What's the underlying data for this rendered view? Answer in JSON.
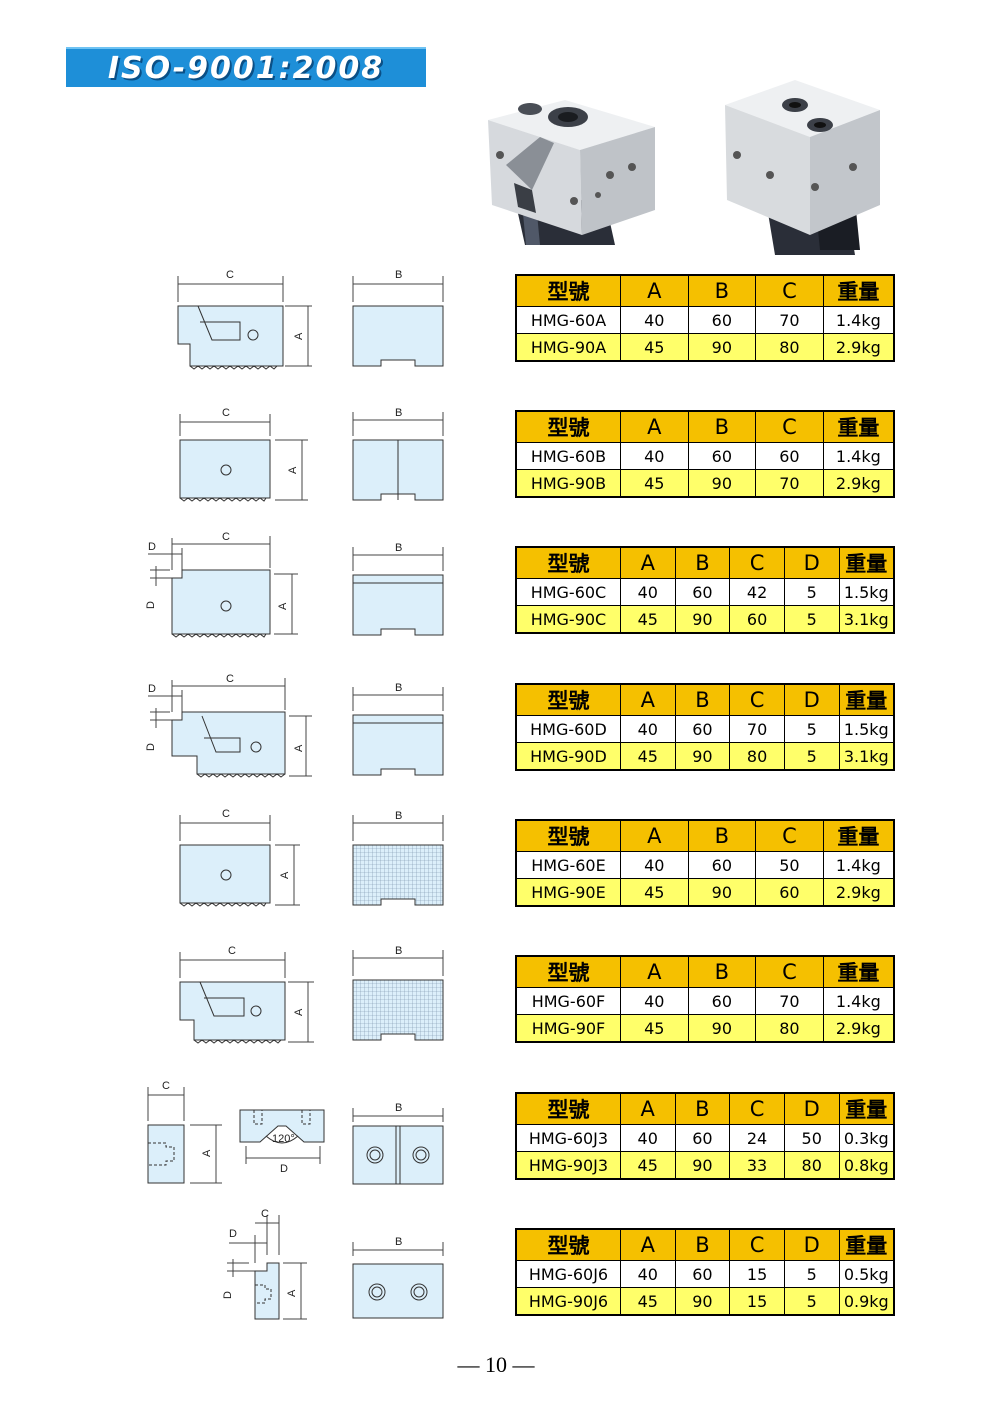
{
  "banner": "ISO-9001:2008",
  "page_number": "— 10 —",
  "tables": [
    {
      "cols": [
        "型號",
        "A",
        "B",
        "C",
        "重量"
      ],
      "rows": [
        [
          "HMG-60A",
          "40",
          "60",
          "70",
          "1.4kg"
        ],
        [
          "HMG-90A",
          "45",
          "90",
          "80",
          "2.9kg"
        ]
      ]
    },
    {
      "cols": [
        "型號",
        "A",
        "B",
        "C",
        "重量"
      ],
      "rows": [
        [
          "HMG-60B",
          "40",
          "60",
          "60",
          "1.4kg"
        ],
        [
          "HMG-90B",
          "45",
          "90",
          "70",
          "2.9kg"
        ]
      ]
    },
    {
      "cols": [
        "型號",
        "A",
        "B",
        "C",
        "D",
        "重量"
      ],
      "rows": [
        [
          "HMG-60C",
          "40",
          "60",
          "42",
          "5",
          "1.5kg"
        ],
        [
          "HMG-90C",
          "45",
          "90",
          "60",
          "5",
          "3.1kg"
        ]
      ]
    },
    {
      "cols": [
        "型號",
        "A",
        "B",
        "C",
        "D",
        "重量"
      ],
      "rows": [
        [
          "HMG-60D",
          "40",
          "60",
          "70",
          "5",
          "1.5kg"
        ],
        [
          "HMG-90D",
          "45",
          "90",
          "80",
          "5",
          "3.1kg"
        ]
      ]
    },
    {
      "cols": [
        "型號",
        "A",
        "B",
        "C",
        "重量"
      ],
      "rows": [
        [
          "HMG-60E",
          "40",
          "60",
          "50",
          "1.4kg"
        ],
        [
          "HMG-90E",
          "45",
          "90",
          "60",
          "2.9kg"
        ]
      ]
    },
    {
      "cols": [
        "型號",
        "A",
        "B",
        "C",
        "重量"
      ],
      "rows": [
        [
          "HMG-60F",
          "40",
          "60",
          "70",
          "1.4kg"
        ],
        [
          "HMG-90F",
          "45",
          "90",
          "80",
          "2.9kg"
        ]
      ]
    },
    {
      "cols": [
        "型號",
        "A",
        "B",
        "C",
        "D",
        "重量"
      ],
      "rows": [
        [
          "HMG-60J3",
          "40",
          "60",
          "24",
          "50",
          "0.3kg"
        ],
        [
          "HMG-90J3",
          "45",
          "90",
          "33",
          "80",
          "0.8kg"
        ]
      ]
    },
    {
      "cols": [
        "型號",
        "A",
        "B",
        "C",
        "D",
        "重量"
      ],
      "rows": [
        [
          "HMG-60J6",
          "40",
          "60",
          "15",
          "5",
          "0.5kg"
        ],
        [
          "HMG-90J6",
          "45",
          "90",
          "15",
          "5",
          "0.9kg"
        ]
      ]
    }
  ],
  "dim_labels": {
    "a": "A",
    "b": "B",
    "c": "C",
    "d": "D",
    "angle": "120°"
  }
}
